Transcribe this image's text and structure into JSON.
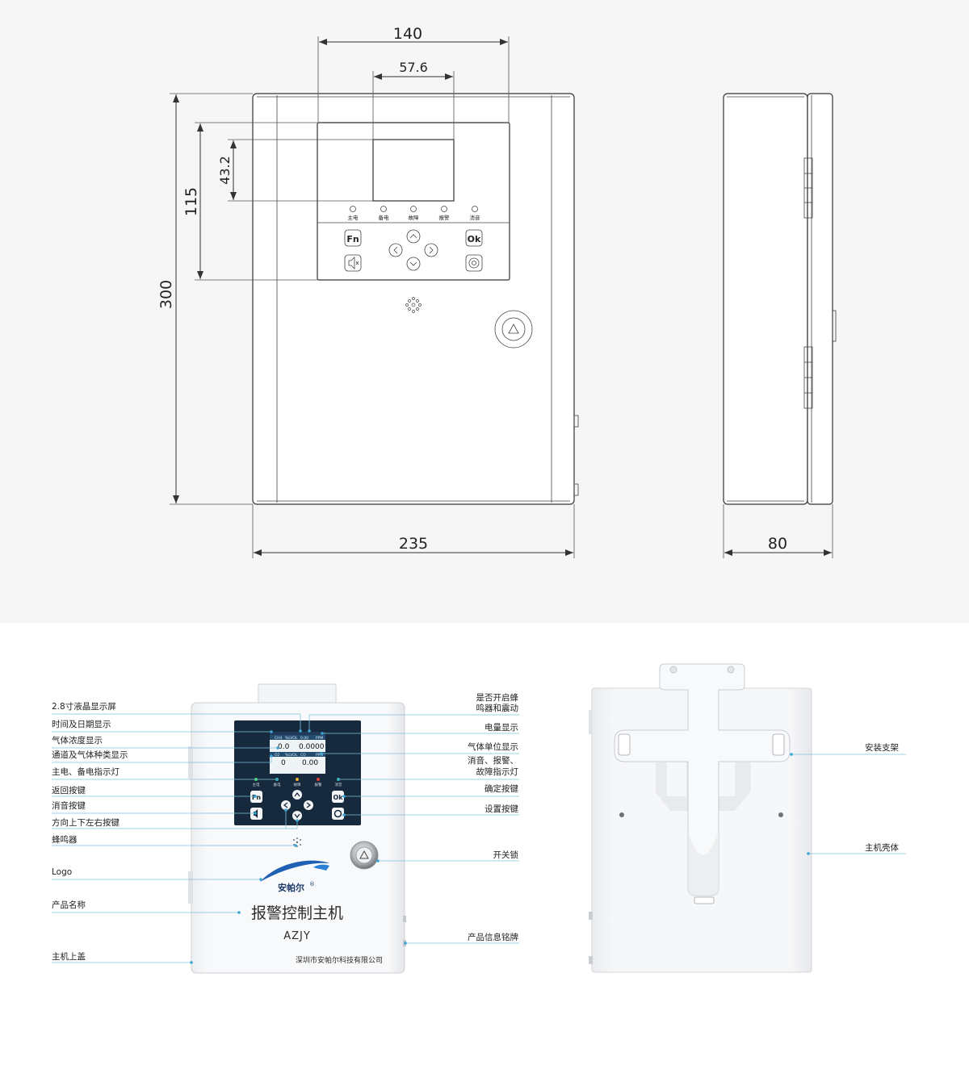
{
  "dimensions": {
    "top_width": "140",
    "display_width": "57.6",
    "display_height": "43.2",
    "panel_height": "115",
    "total_height": "300",
    "total_width": "235",
    "depth": "80"
  },
  "drawing_indicators": [
    "主电",
    "备电",
    "故障",
    "报警",
    "消音"
  ],
  "drawing_buttons": {
    "fn": "Fn",
    "ok": "Ok"
  },
  "screen": {
    "row1": [
      "CH4",
      "%LVOL",
      "0.00",
      "PPM"
    ],
    "row1_values": [
      "0.0",
      "0.0000"
    ],
    "row2": [
      "O2",
      "%LVOL",
      "CO",
      "PPM"
    ],
    "row2_values": [
      "0",
      "0.00"
    ]
  },
  "photo_indicators": [
    "主电",
    "备电",
    "故障",
    "报警",
    "消音"
  ],
  "photo_buttons": {
    "fn": "Fn",
    "ok": "Ok"
  },
  "product": {
    "brand": "安帕尔",
    "registered": "®",
    "name": "报警控制主机",
    "model": "AZJY",
    "company": "深圳市安帕尔科技有限公司"
  },
  "left_labels": [
    "2.8寸液晶显示屏",
    "时间及日期显示",
    "气体浓度显示",
    "通道及气体种类显示",
    "主电、备电指示灯",
    "返回按键",
    "消音按键",
    "方向上下左右按键",
    "蜂鸣器",
    "Logo",
    "产品名称",
    "主机上盖"
  ],
  "right_labels": {
    "buzzer_line1": "是否开启蜂",
    "buzzer_line2": "鸣器和震动",
    "battery": "电量显示",
    "unit": "气体单位显示",
    "indicator_line1": "消音、报警、",
    "indicator_line2": "故障指示灯",
    "confirm": "确定按键",
    "settings": "设置按键",
    "lock": "开关锁",
    "nameplate": "产品信息铭牌"
  },
  "back_labels": {
    "bracket": "安装支架",
    "housing": "主机壳体"
  },
  "colors": {
    "leader": "#7fc1dc",
    "dot": "#3aa6d3",
    "screen_bg": "#17293d",
    "logo_blue": "#1f5fb4"
  }
}
